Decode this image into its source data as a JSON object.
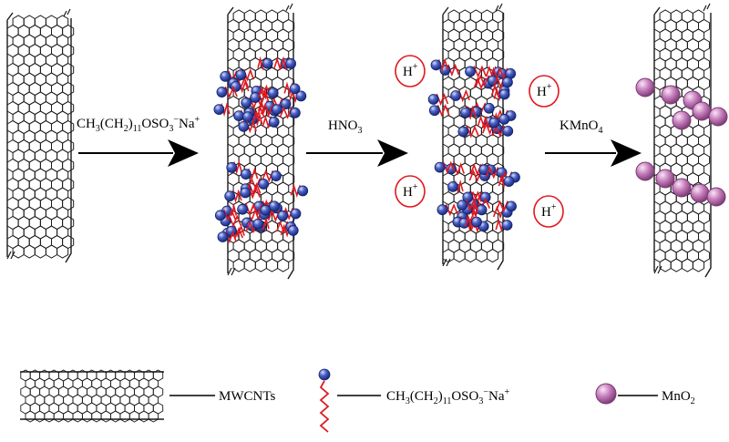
{
  "steps": [
    {
      "reagent": {
        "main": "CH",
        "s1": "3",
        "m2": "(CH",
        "s2": "2",
        "m3": ")",
        "s3": "11",
        "m4": "OSO",
        "s4": "3",
        "sup1": "−",
        "m5": "Na",
        "sup2": "+"
      }
    },
    {
      "reagent": {
        "main": "HNO",
        "s1": "3"
      }
    },
    {
      "reagent": {
        "main": "KMnO",
        "s1": "4"
      }
    }
  ],
  "protons": {
    "base": "H",
    "sup": "+"
  },
  "legend": {
    "mwcnt_label": "MWCNTs",
    "surfactant_label": {
      "main": "CH",
      "s1": "3",
      "m2": "(CH",
      "s2": "2",
      "m3": ")",
      "s3": "11",
      "m4": "OSO",
      "s4": "3",
      "sup1": "−",
      "m5": "Na",
      "sup2": "+"
    },
    "mno2_label": {
      "main": "MnO",
      "s1": "2"
    }
  },
  "colors": {
    "line": "#1a1a1a",
    "surfactant_head": "#2a3f9e",
    "surfactant_tail": "#e0191f",
    "proton_ring": "#e0191f",
    "mno2": "#c97fbe"
  },
  "icons": [
    "nanotube-icon",
    "surfactant-icon",
    "mno2-particle-icon",
    "arrow-icon"
  ]
}
